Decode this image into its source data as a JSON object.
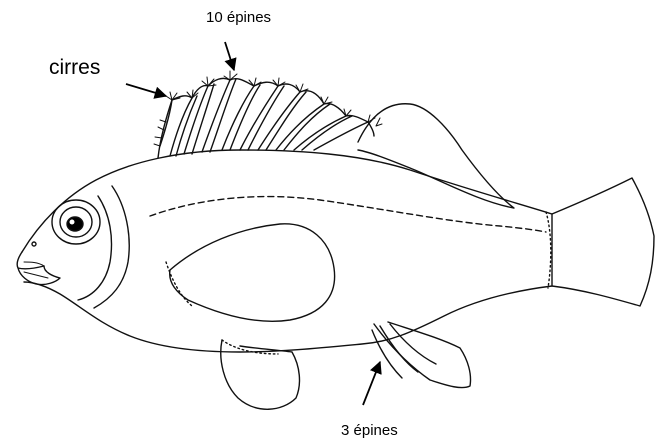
{
  "labels": {
    "dorsal_spines": "10 épines",
    "cirri": "cirres",
    "anal_spines": "3 épines"
  },
  "colors": {
    "ink": "#000000",
    "paper": "#ffffff"
  }
}
